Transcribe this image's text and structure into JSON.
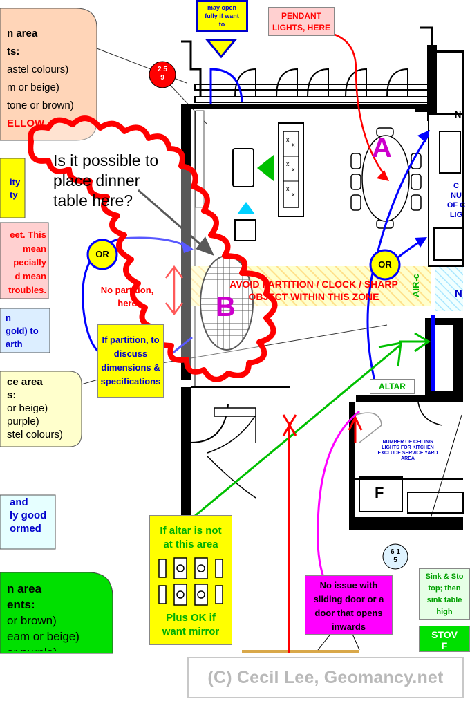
{
  "notes": {
    "peach_area": [
      "n area",
      "ts:",
      "astel colours)",
      "m or beige)",
      "tone or brown)",
      "ELLOW"
    ],
    "yellow_left": [
      "ity",
      "ty"
    ],
    "pink_left": [
      "eet. This",
      "mean",
      "pecially",
      "d mean",
      "troubles."
    ],
    "blue_left": [
      "n",
      "gold) to",
      "arth"
    ],
    "cream_area": [
      "ce area",
      "s:",
      "or beige)",
      "purple)",
      "stel colours)"
    ],
    "cyan_left": [
      "and",
      "ly good",
      "ormed"
    ],
    "green_area": [
      "n area",
      "ents:",
      "or brown)",
      "eam or beige)",
      "or purple)"
    ],
    "cloud_question": [
      "Is it possible to",
      "place dinner",
      "table here?"
    ],
    "door_note": [
      "may open",
      "fully if want",
      "to"
    ],
    "pendant": [
      "PENDANT",
      "LIGHTS, HERE"
    ],
    "no_partition": [
      "No partition,",
      "here"
    ],
    "if_partition": [
      "If partition, to",
      "discuss",
      "dimensions &",
      "specifications"
    ],
    "avoid_zone": [
      "AVOID PARTITION / CLOCK / SHARP",
      "OBJECT WITHIN THIS ZONE"
    ],
    "air_con": "AIR-c",
    "right_edge_n": "N",
    "label_a": "A",
    "label_b": "B",
    "label_or_left": "OR",
    "label_or_right": "OR",
    "altar": "ALTAR",
    "ceiling_lights": [
      "NUMBER OF CEILING",
      "LIGHTS FOR KITCHEN",
      "EXCLUDE SERVICE YARD",
      "AREA"
    ],
    "label_f": "F",
    "if_altar": [
      "If altar is not",
      "at this area"
    ],
    "plus_ok": [
      "Plus OK if",
      "want mirror"
    ],
    "sliding_door": [
      "No issue with",
      "sliding door or a",
      "door that opens",
      "inwards"
    ],
    "sink_note": [
      "Sink & Sto",
      "top; then",
      "sink table",
      "high"
    ],
    "stove": [
      "STOV",
      "F"
    ],
    "right_cut": [
      "C",
      "NU",
      "OF C",
      "LIG"
    ],
    "top_right_n": "N",
    "circle_red": [
      "2 5",
      "9"
    ],
    "circle_blue": [
      "6 1",
      "5"
    ],
    "credit": "(C) Cecil Lee, Geomancy.net"
  },
  "colors": {
    "peach": "#ffd5b8",
    "yellow": "#ffff00",
    "pink": "#ffd0d0",
    "light_blue": "#dceeff",
    "cream": "#ffffcc",
    "light_cyan": "#e6ffff",
    "green": "#00e000",
    "magenta": "#ff00ff",
    "red": "#ff0000",
    "blue": "#0000ff",
    "zone_hatch": "#ffff99"
  }
}
